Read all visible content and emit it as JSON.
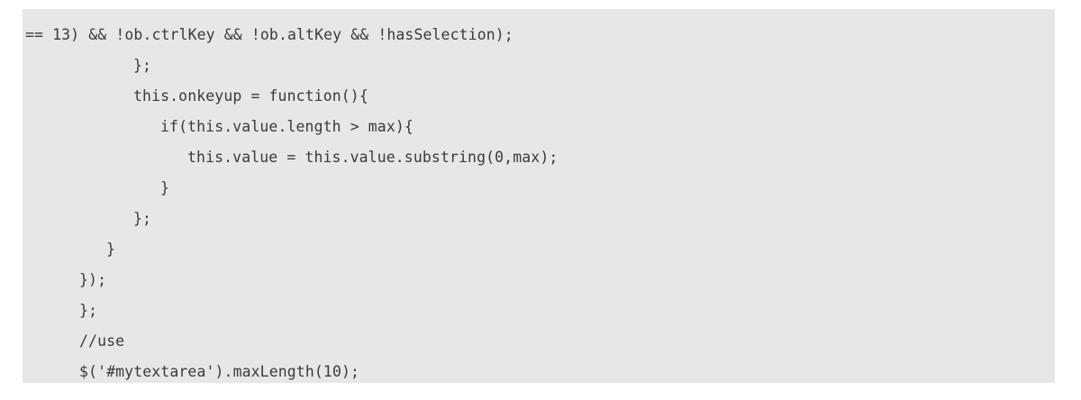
{
  "panel": {
    "background_color": "#e7e7e7",
    "text_color": "#3a3a3a",
    "page_background": "#ffffff"
  },
  "code": {
    "language": "javascript",
    "lines": [
      {
        "indent": 0,
        "text": "== 13) && !ob.ctrlKey && !ob.altKey && !hasSelection);"
      },
      {
        "indent": 3,
        "text": "};"
      },
      {
        "indent": 3,
        "text": "this.onkeyup = function(){"
      },
      {
        "indent": 4,
        "text": "if(this.value.length > max){"
      },
      {
        "indent": 5,
        "text": "this.value = this.value.substring(0,max);"
      },
      {
        "indent": 4,
        "text": "}"
      },
      {
        "indent": 3,
        "text": "};"
      },
      {
        "indent": 2,
        "text": "}"
      },
      {
        "indent": 1,
        "text": "});"
      },
      {
        "indent": 1,
        "text": "};"
      },
      {
        "indent": 1,
        "text": "//use"
      },
      {
        "indent": 1,
        "text": "$('#mytextarea').maxLength(10);"
      }
    ]
  }
}
